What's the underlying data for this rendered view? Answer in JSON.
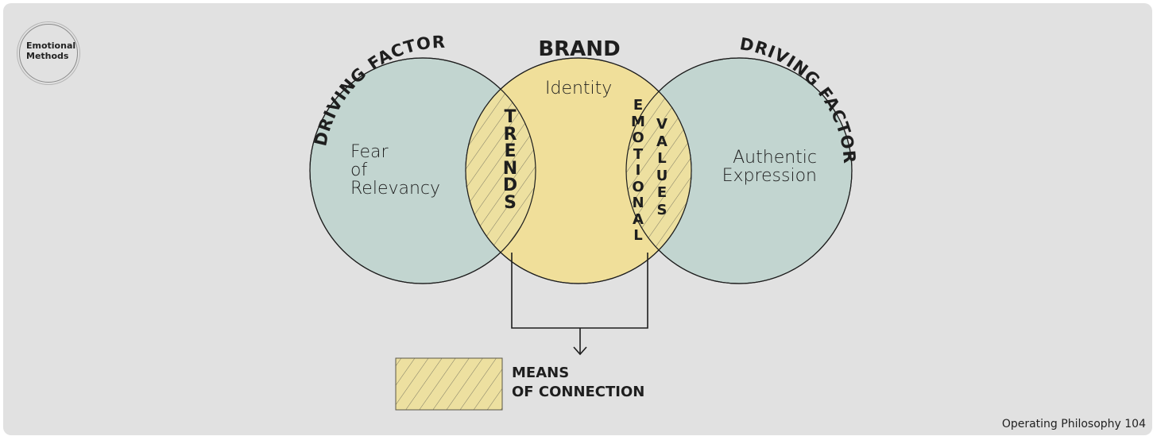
{
  "logo": {
    "line1": "Emotional",
    "line2": "Methods"
  },
  "footer": {
    "text": "Operating Philosophy 104"
  },
  "headings": {
    "left": "DRIVING FACTOR",
    "center": "BRAND",
    "right": "DRIVING FACTOR"
  },
  "circles": {
    "left": {
      "line1": "Fear",
      "line2": "of",
      "line3": "Relevancy"
    },
    "center": {
      "label": "Identity"
    },
    "right": {
      "line1": "Authentic",
      "line2": "Expression"
    }
  },
  "overlaps": {
    "left": "TRENDS",
    "right_a": "EMOTIONAL",
    "right_b": "VALUES"
  },
  "legend": {
    "line1": "MEANS",
    "line2": "OF CONNECTION"
  },
  "colors": {
    "background": "#e1e1e1",
    "side_circle": "#c2d5d0",
    "center_circle": "#f0df9a",
    "hatch": "#7d7a63",
    "stroke": "#1e1e1e"
  }
}
